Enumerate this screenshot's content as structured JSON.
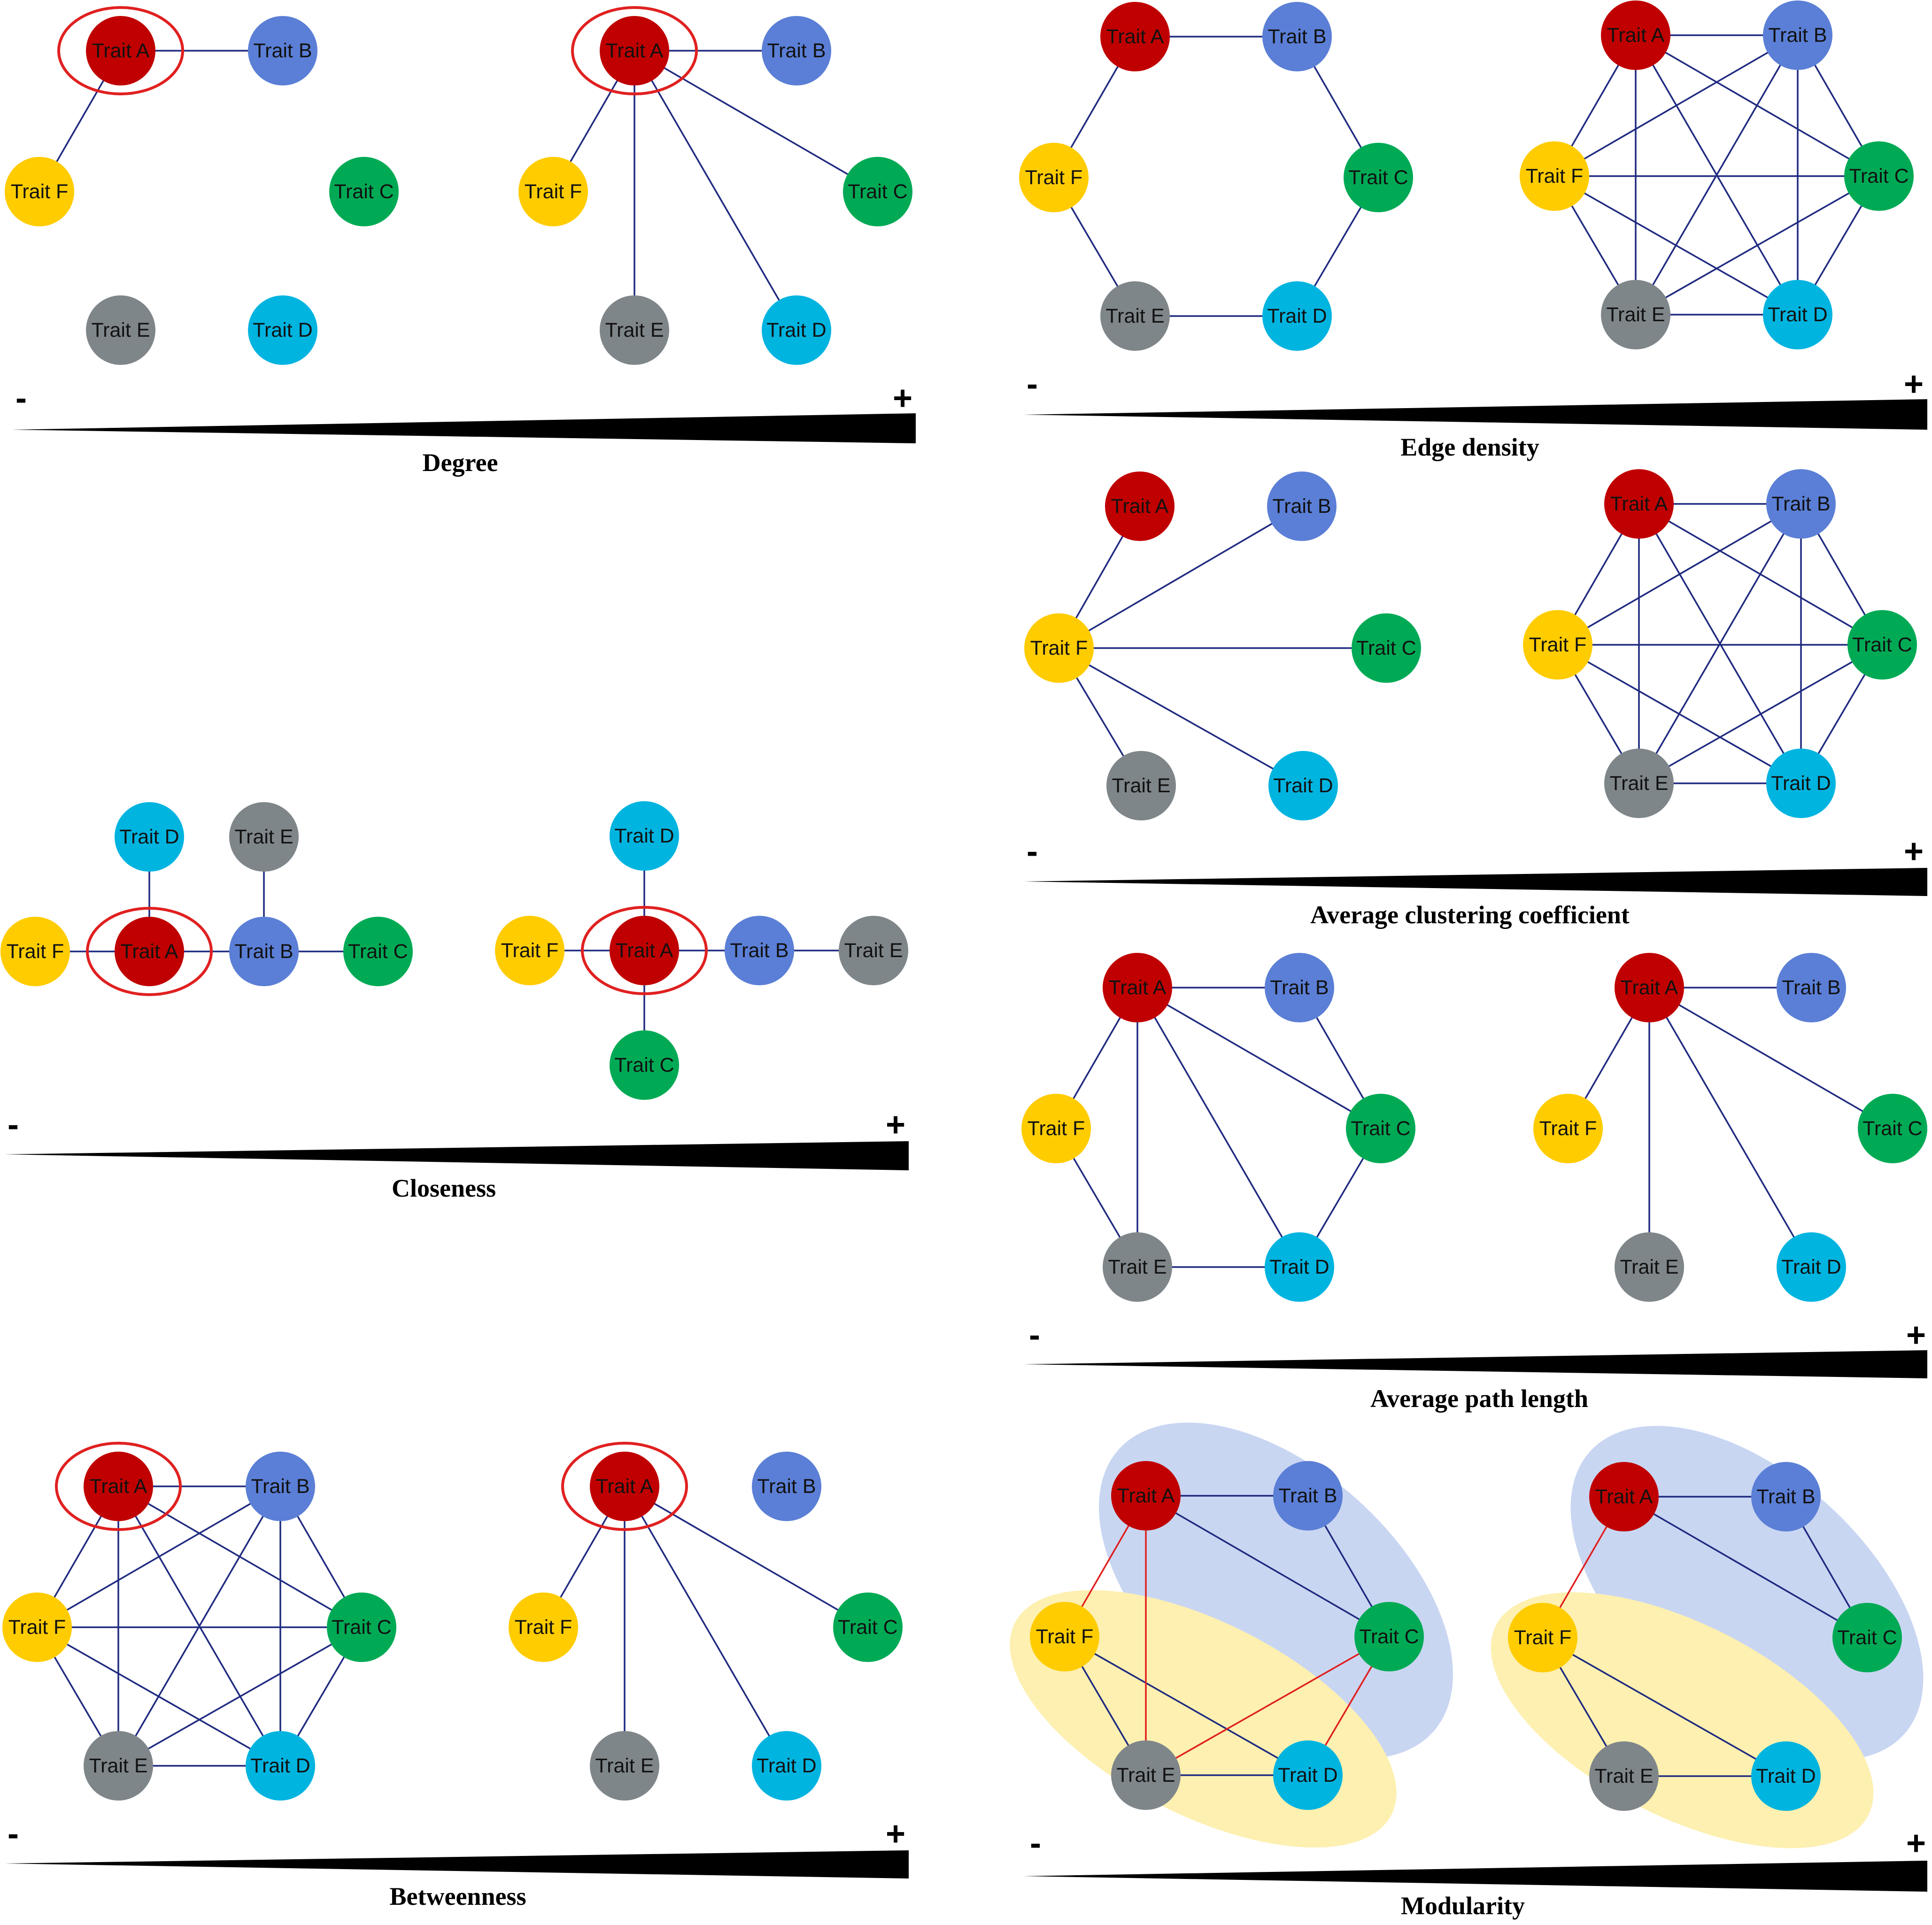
{
  "colors": {
    "trait_a": "#c00000",
    "trait_b": "#5b7fd6",
    "trait_c": "#00aa55",
    "trait_d": "#00b4e0",
    "trait_e": "#7f868a",
    "trait_f": "#ffcc00",
    "edge": "#1f2a80",
    "highlight_edge": "#e02020",
    "focus_ring": "#e02020",
    "module_blue": "#c9d6f2",
    "module_yellow": "#fdf0b0",
    "wedge": "#000000"
  },
  "nodes": {
    "A": "Trait A",
    "B": "Trait B",
    "C": "Trait C",
    "D": "Trait D",
    "E": "Trait E",
    "F": "Trait F"
  },
  "scale_signs": {
    "minus": "-",
    "plus": "+"
  },
  "panels": [
    {
      "id": "degree",
      "title": "Degree",
      "left": {
        "edges": [
          "AB",
          "AF"
        ],
        "highlight_edges": [],
        "focus": "A"
      },
      "right": {
        "edges": [
          "AB",
          "AF",
          "AC",
          "AD",
          "AE"
        ],
        "highlight_edges": [],
        "focus": "A"
      }
    },
    {
      "id": "closeness",
      "title": "Closeness",
      "left": {
        "edges": [
          "FA",
          "AD",
          "AB",
          "BE",
          "BC"
        ],
        "highlight_edges": [],
        "focus": "A"
      },
      "right": {
        "edges": [
          "FA",
          "AD",
          "AC",
          "AB",
          "BE"
        ],
        "highlight_edges": [],
        "focus": "A"
      }
    },
    {
      "id": "betweenness",
      "title": "Betweenness",
      "left": {
        "edges": [
          "AB",
          "AC",
          "AD",
          "AE",
          "AF",
          "BC",
          "BD",
          "BE",
          "BF",
          "CD",
          "CE",
          "CF",
          "DE",
          "DF",
          "EF"
        ],
        "highlight_edges": [],
        "focus": "A"
      },
      "right": {
        "edges": [
          "AF",
          "AE",
          "AD",
          "AC"
        ],
        "highlight_edges": [],
        "focus": "A"
      }
    },
    {
      "id": "edge_density",
      "title": "Edge density",
      "left": {
        "edges": [
          "AB",
          "BC",
          "CD",
          "DE",
          "EF",
          "FA"
        ],
        "highlight_edges": [],
        "focus": ""
      },
      "right": {
        "edges": [
          "AB",
          "AC",
          "AD",
          "AE",
          "AF",
          "BC",
          "BD",
          "BE",
          "BF",
          "CD",
          "CE",
          "CF",
          "DE",
          "DF",
          "EF"
        ],
        "highlight_edges": [],
        "focus": ""
      }
    },
    {
      "id": "clustering",
      "title": "Average clustering coefficient",
      "left": {
        "edges": [
          "FA",
          "FB",
          "FC",
          "FD",
          "FE"
        ],
        "highlight_edges": [],
        "focus": ""
      },
      "right": {
        "edges": [
          "AB",
          "AC",
          "AD",
          "AE",
          "AF",
          "BC",
          "BD",
          "BE",
          "BF",
          "CD",
          "CE",
          "CF",
          "DE",
          "DF",
          "EF"
        ],
        "highlight_edges": [],
        "focus": ""
      }
    },
    {
      "id": "path_length",
      "title": "Average path length",
      "left": {
        "edges": [
          "AB",
          "AF",
          "AC",
          "AD",
          "AE",
          "BC",
          "CD",
          "DE",
          "EF"
        ],
        "highlight_edges": [],
        "focus": ""
      },
      "right": {
        "edges": [
          "AB",
          "AF",
          "AC",
          "AD",
          "AE"
        ],
        "highlight_edges": [],
        "focus": ""
      }
    },
    {
      "id": "modularity",
      "title": "Modularity",
      "left": {
        "edges": [
          "AB",
          "AC",
          "BC",
          "FE",
          "FD",
          "ED"
        ],
        "highlight_edges": [
          "AF",
          "AE",
          "EC",
          "CD"
        ],
        "focus": ""
      },
      "right": {
        "edges": [
          "AB",
          "AC",
          "BC",
          "FE",
          "FD",
          "ED"
        ],
        "highlight_edges": [
          "AF"
        ],
        "focus": ""
      }
    }
  ]
}
